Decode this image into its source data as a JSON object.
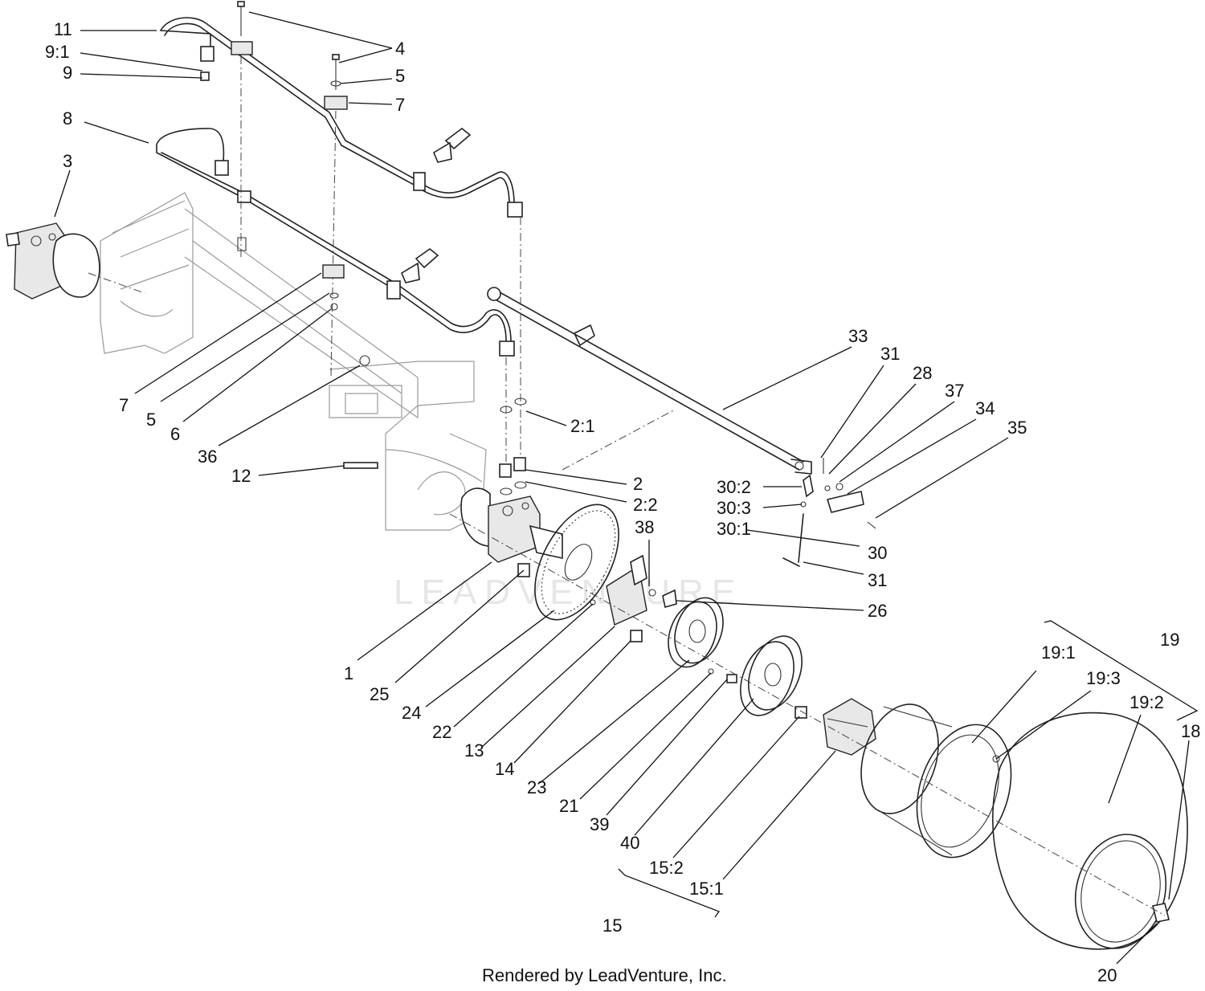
{
  "watermark": "LEADVENTURE",
  "credit": "Rendered by LeadVenture, Inc.",
  "labels": {
    "l11": "11",
    "l9_1": "9:1",
    "l9": "9",
    "l8": "8",
    "l3": "3",
    "l4": "4",
    "l5a": "5",
    "l7a": "7",
    "l7b": "7",
    "l5b": "5",
    "l6": "6",
    "l36": "36",
    "l12": "12",
    "l2_1": "2:1",
    "l2": "2",
    "l2_2": "2:2",
    "l38": "38",
    "l33": "33",
    "l31a": "31",
    "l28": "28",
    "l37": "37",
    "l34": "34",
    "l35": "35",
    "l30_2": "30:2",
    "l30_3": "30:3",
    "l30_1": "30:1",
    "l30": "30",
    "l31b": "31",
    "l26": "26",
    "l1": "1",
    "l25": "25",
    "l24": "24",
    "l22": "22",
    "l13": "13",
    "l14": "14",
    "l23": "23",
    "l21": "21",
    "l39": "39",
    "l40": "40",
    "l19": "19",
    "l19_1": "19:1",
    "l19_3": "19:3",
    "l19_2": "19:2",
    "l18": "18",
    "l15_2": "15:2",
    "l15_1": "15:1",
    "l15": "15",
    "l20": "20"
  }
}
